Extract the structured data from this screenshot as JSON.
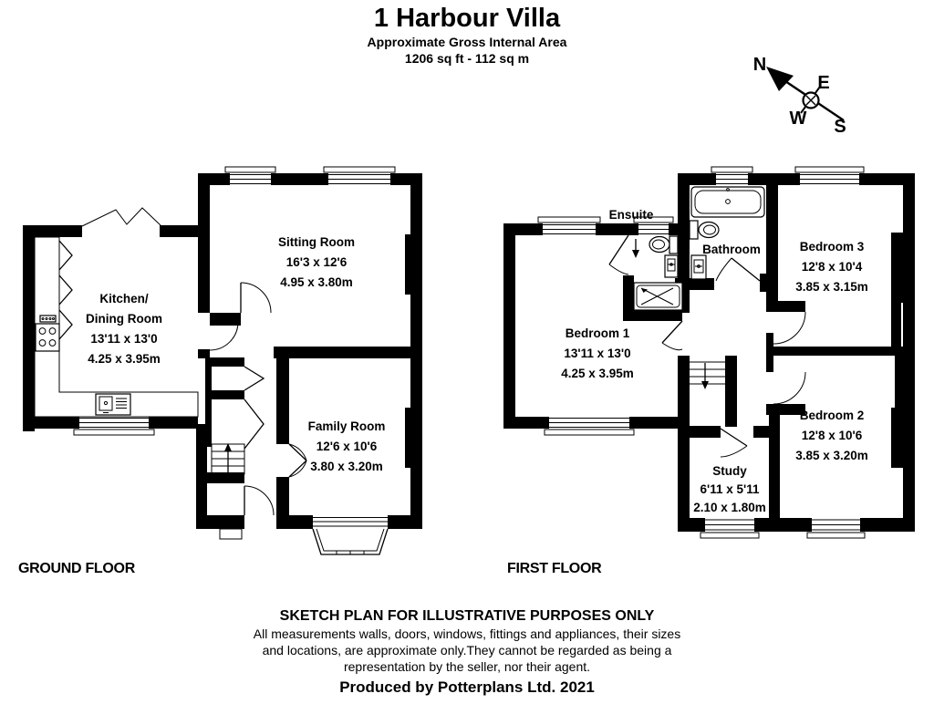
{
  "header": {
    "title": "1 Harbour Villa",
    "subtitle": "Approximate Gross Internal Area",
    "area": "1206 sq ft - 112 sq m"
  },
  "compass": {
    "north": "N",
    "east": "E",
    "west": "W",
    "south": "S"
  },
  "ground_floor": {
    "label": "GROUND FLOOR",
    "rooms": {
      "sitting_room": {
        "name": "Sitting Room",
        "imperial": "16'3 x 12'6",
        "metric": "4.95 x 3.80m"
      },
      "kitchen_dining": {
        "name_line1": "Kitchen/",
        "name_line2": "Dining Room",
        "imperial": "13'11 x 13'0",
        "metric": "4.25 x 3.95m"
      },
      "family_room": {
        "name": "Family Room",
        "imperial": "12'6 x 10'6",
        "metric": "3.80 x 3.20m"
      }
    }
  },
  "first_floor": {
    "label": "FIRST FLOOR",
    "rooms": {
      "ensuite": {
        "name": "Ensuite"
      },
      "bathroom": {
        "name": "Bathroom"
      },
      "bedroom_1": {
        "name": "Bedroom 1",
        "imperial": "13'11 x 13'0",
        "metric": "4.25 x 3.95m"
      },
      "bedroom_2": {
        "name": "Bedroom 2",
        "imperial": "12'8 x 10'6",
        "metric": "3.85 x 3.20m"
      },
      "bedroom_3": {
        "name": "Bedroom 3",
        "imperial": "12'8 x 10'4",
        "metric": "3.85 x 3.15m"
      },
      "study": {
        "name": "Study",
        "imperial": "6'11 x 5'11",
        "metric": "2.10 x 1.80m"
      }
    }
  },
  "footer": {
    "disclaimer_heading": "SKETCH PLAN FOR ILLUSTRATIVE PURPOSES ONLY",
    "disclaimer_line1": "All measurements walls, doors, windows, fittings and appliances, their sizes",
    "disclaimer_line2": "and locations, are approximate only.They cannot be regarded as being a",
    "disclaimer_line3": "representation by the seller, nor their agent.",
    "credit": "Produced by Potterplans Ltd. 2021"
  },
  "colors": {
    "ink": "#000000",
    "paper": "#ffffff"
  }
}
